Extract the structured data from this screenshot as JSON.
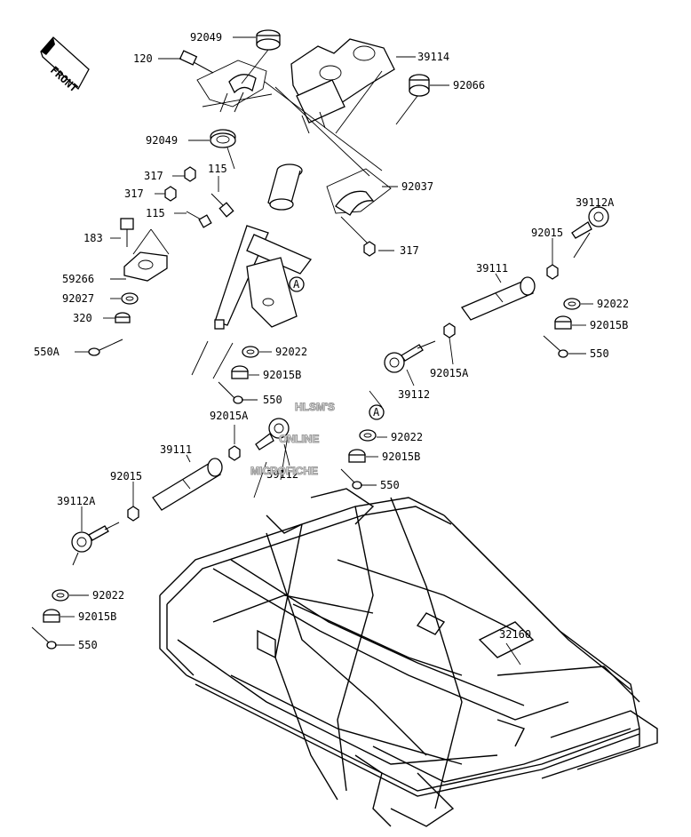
{
  "diagram": {
    "front_label": "FRONT",
    "callouts": {
      "p92049a": "92049",
      "p120": "120",
      "p39114": "39114",
      "p92066": "92066",
      "p92049b": "92049",
      "p317a": "317",
      "p115a": "115",
      "p317b": "317",
      "p92037": "92037",
      "p115b": "115",
      "p183": "183",
      "p317c": "317",
      "p39112A_r": "39112A",
      "p92015_r": "92015",
      "p59266": "59266",
      "p39111_r": "39111",
      "p92027": "92027",
      "pA1": "A",
      "p92022_r": "92022",
      "p320": "320",
      "p92015B_r": "92015B",
      "p550A": "550A",
      "p92022_m": "92022",
      "p550_r": "550",
      "p92015B_m": "92015B",
      "p39112_r": "39112",
      "p92015A_r": "92015A",
      "p550_m": "550",
      "pA2": "A",
      "p92015A_l": "92015A",
      "p92022_c": "92022",
      "p39111_l": "39111",
      "p92015B_c": "92015B",
      "p39112_l": "39112",
      "p550_c": "550",
      "p92015_l": "92015",
      "p39112A_l": "39112A",
      "p92022_l": "92022",
      "p32160": "32160",
      "p92015B_l": "92015B",
      "p550_l": "550"
    }
  },
  "watermark": {
    "line1": "HLSM'S",
    "line2": "ONLINE",
    "line3": "MICROFICHE"
  }
}
